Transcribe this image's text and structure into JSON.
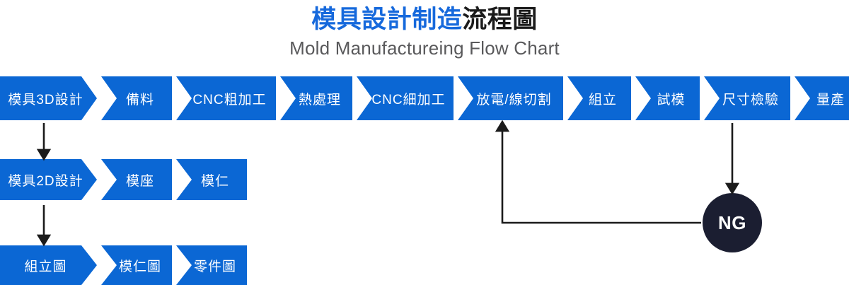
{
  "title": {
    "main_highlight": "模具設計制造",
    "main_rest": "流程圖",
    "subtitle": "Mold Manufactureing Flow Chart",
    "highlight_color": "#1669DC",
    "rest_color": "#1B1B1B",
    "subtitle_color": "#59595B"
  },
  "theme": {
    "chevron_fill": "#0B67D4",
    "chevron_text": "#FFFFFF",
    "ng_fill": "#1B1E31",
    "ng_text": "#FFFFFF",
    "connector_color": "#1B1B1B",
    "background": "#FFFFFF"
  },
  "flow": {
    "main_row": {
      "name": "main-process-row",
      "steps": [
        {
          "label": "模具3D設計",
          "width": 137
        },
        {
          "label": "備料",
          "width": 100
        },
        {
          "label": "CNC粗加工",
          "width": 141
        },
        {
          "label": "熱處理",
          "width": 102
        },
        {
          "label": "CNC細加工",
          "width": 137
        },
        {
          "label": "放電/線切割",
          "width": 149
        },
        {
          "label": "組立",
          "width": 90
        },
        {
          "label": "試模",
          "width": 91
        },
        {
          "label": "尺寸檢驗",
          "width": 122
        },
        {
          "label": "量產",
          "width": 92
        }
      ]
    },
    "design_row": {
      "name": "design-2d-row",
      "steps": [
        {
          "label": "模具2D設計",
          "width": 137
        },
        {
          "label": "模座",
          "width": 100
        },
        {
          "label": "模仁",
          "width": 100
        }
      ]
    },
    "drawing_row": {
      "name": "drawing-output-row",
      "steps": [
        {
          "label": "組立圖",
          "width": 137
        },
        {
          "label": "模仁圖",
          "width": 100
        },
        {
          "label": "零件圖",
          "width": 100
        }
      ]
    },
    "decision": {
      "label": "NG",
      "shape": "circle"
    },
    "connectors": [
      {
        "name": "arrow-3d-to-2d",
        "from": "模具3D設計",
        "to": "模具2D設計",
        "direction": "down"
      },
      {
        "name": "arrow-2d-to-drawings",
        "from": "模具2D設計",
        "to": "組立圖",
        "direction": "down"
      },
      {
        "name": "arrow-inspection-to-ng",
        "from": "尺寸檢驗",
        "to": "NG",
        "direction": "down"
      },
      {
        "name": "arrow-ng-rework-loop",
        "from": "NG",
        "to": "放電/線切割",
        "direction": "left-up"
      }
    ]
  }
}
